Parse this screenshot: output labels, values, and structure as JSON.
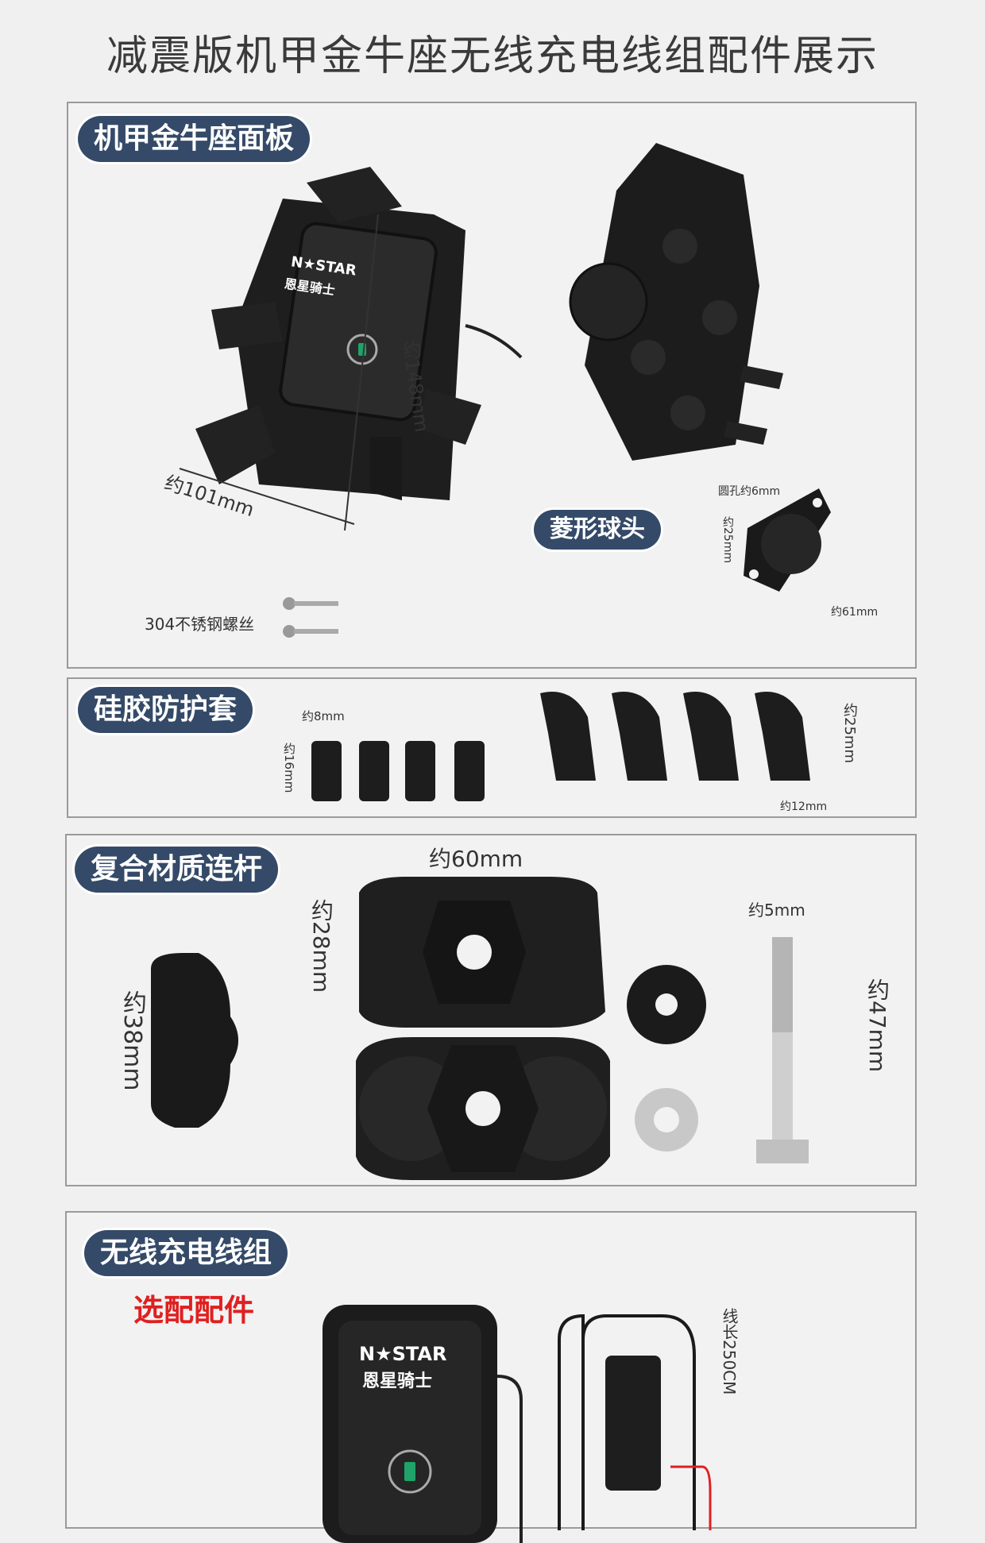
{
  "page_title": "减震版机甲金牛座无线充电线组配件展示",
  "colors": {
    "pill_bg": "#344a68",
    "accent_red": "#e02020",
    "product_black": "#1e1e1e"
  },
  "sections": {
    "panel": {
      "label": "机甲金牛座面板",
      "dims": {
        "height": "约148mm",
        "width": "约101mm"
      },
      "ball_label": "菱形球头",
      "ball_dims": {
        "hole": "圆孔约6mm",
        "height": "约25mm",
        "width": "约61mm"
      },
      "screw_label": "304不锈钢螺丝",
      "logo": {
        "brand": "N★STAR",
        "sub": "恩星骑士"
      }
    },
    "silicone": {
      "label": "硅胶防护套",
      "small_dims": {
        "width": "约8mm",
        "height": "约16mm"
      },
      "large_dims": {
        "height": "约25mm",
        "width": "约12mm"
      }
    },
    "arm": {
      "label": "复合材质连杆",
      "dims": {
        "knob": "约38mm",
        "arm_width": "约60mm",
        "arm_height": "约28mm",
        "bolt_width": "约5mm",
        "bolt_length": "约47mm"
      }
    },
    "wireless": {
      "label": "无线充电线组",
      "optional": "选配配件",
      "cable_length": "线长250CM",
      "logo": {
        "brand": "N★STAR",
        "sub": "恩星骑士"
      }
    }
  }
}
